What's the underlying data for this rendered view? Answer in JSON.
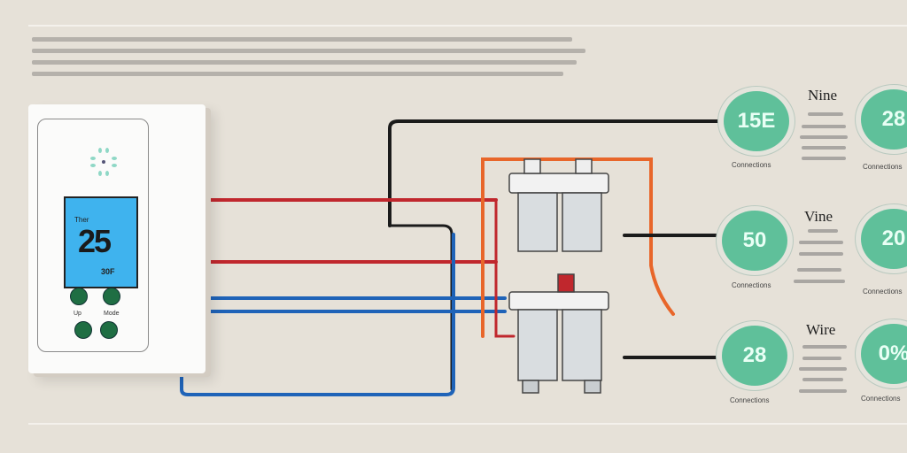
{
  "thermostat": {
    "temperature": "25",
    "unit_label": "30F",
    "mode_label": "Ther",
    "button_labels": [
      "Up",
      "Mode"
    ]
  },
  "gauges": [
    {
      "heading": "Nine",
      "value": "15E",
      "caption": "Connections"
    },
    {
      "heading": "",
      "value": "28",
      "caption": "Connections"
    },
    {
      "heading": "Vine",
      "value": "50",
      "caption": "Connections"
    },
    {
      "heading": "",
      "value": "20",
      "caption": "Connections"
    },
    {
      "heading": "Wire",
      "value": "28",
      "caption": "Connections"
    },
    {
      "heading": "",
      "value": "0%",
      "caption": "Connections"
    }
  ],
  "colors": {
    "background": "#e6e1d8",
    "red_wire": "#c0272d",
    "blue_wire": "#1f63b8",
    "orange_wire": "#e8662a",
    "screen": "#3fb3ee",
    "gauge": "#5fc09a"
  }
}
